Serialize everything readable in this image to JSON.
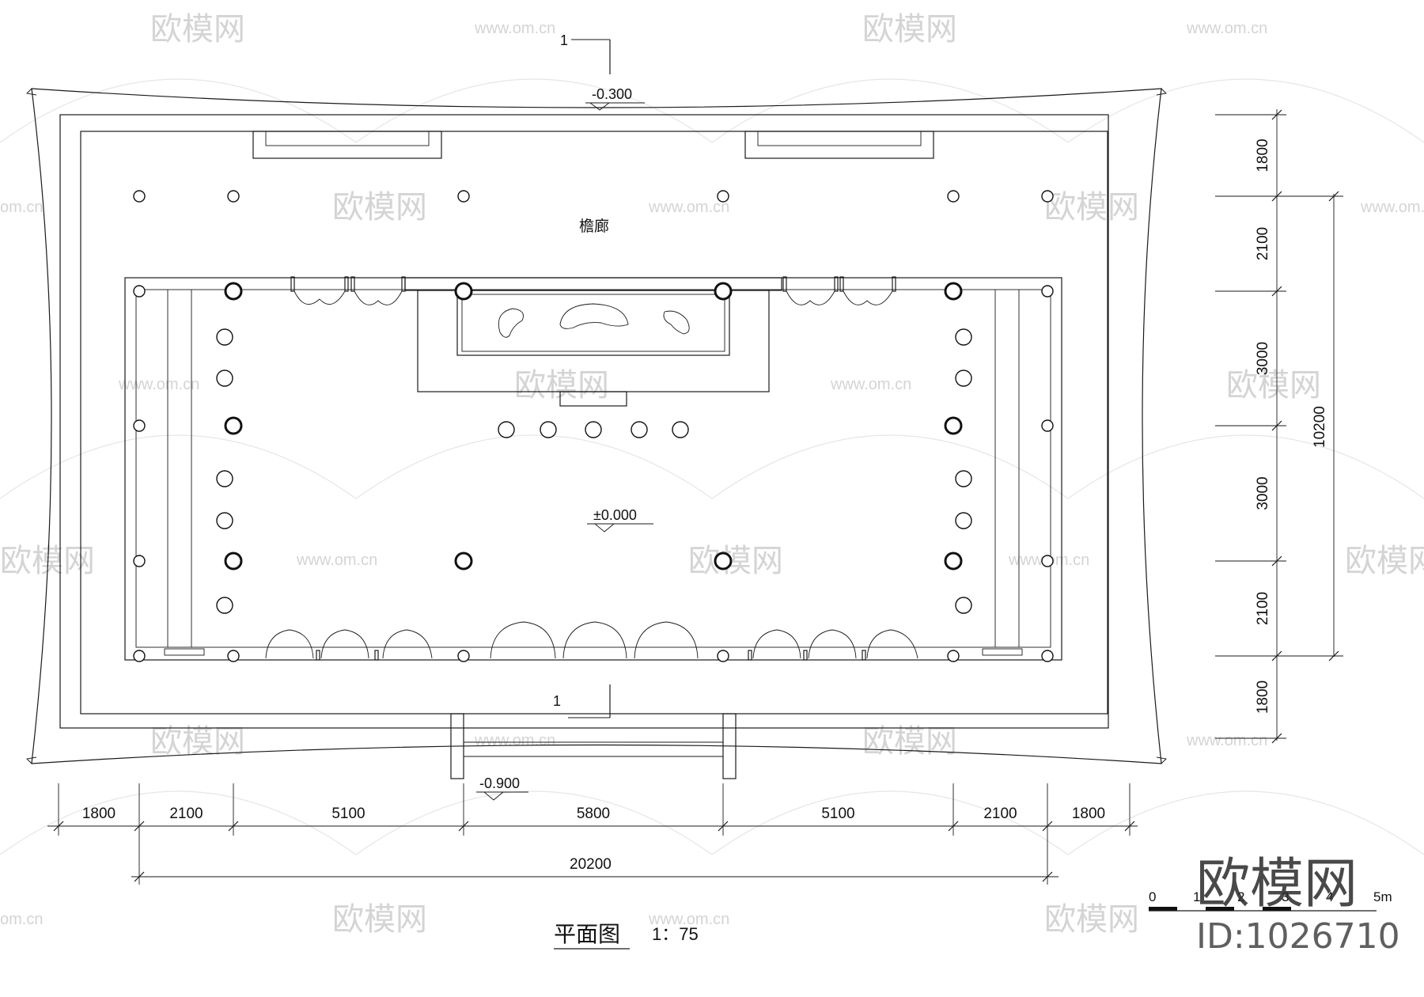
{
  "plan": {
    "title": "平面图",
    "scale": "1：75",
    "corridor_label": "檐廊",
    "section_marker": "1",
    "levels": {
      "top": "-0.300",
      "center": "±0.000",
      "bottom": "-0.900"
    }
  },
  "dims_horizontal": {
    "segments": [
      "1800",
      "2100",
      "5100",
      "5800",
      "5100",
      "2100",
      "1800"
    ],
    "total": "20200"
  },
  "dims_vertical": {
    "segments": [
      "1800",
      "2100",
      "3000",
      "3000",
      "2100",
      "1800"
    ],
    "total": "10200"
  },
  "scale_bar": {
    "labels": [
      "0",
      "1",
      "2",
      "3",
      "4",
      "5m"
    ]
  },
  "watermark": {
    "brand": "欧模网",
    "url": "www.om.cn",
    "url_partial": "om.cn",
    "id": "ID:1026710"
  }
}
